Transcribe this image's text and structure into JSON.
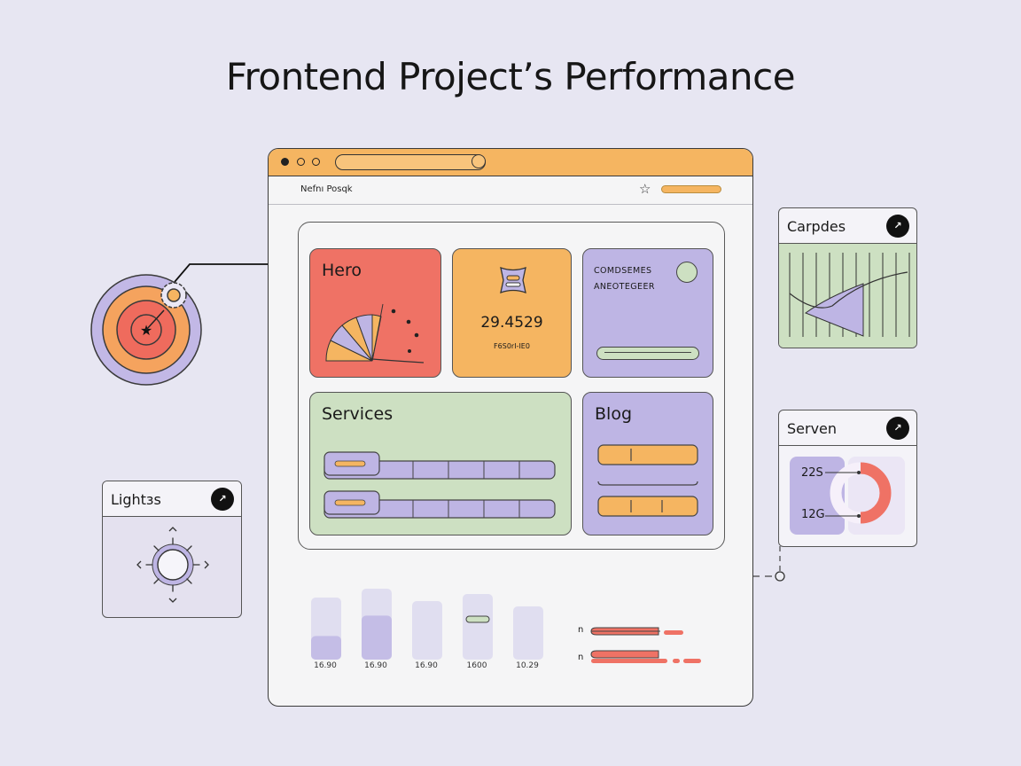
{
  "page": {
    "title": "Frontend Project’s Performance"
  },
  "colors": {
    "orange": "#f5b561",
    "coral": "#ef7265",
    "lavender": "#beb5e4",
    "green": "#cde0c2",
    "dark": "#161616"
  },
  "browser": {
    "nav_text": "Nefnı Posqk",
    "cards": {
      "hero": {
        "label": "Hero"
      },
      "metric": {
        "value": "29.4529",
        "caption": "F6S0rI-IE0"
      },
      "purple": {
        "line1": "COMDSEMES",
        "line2": "ANEOTEGEER"
      },
      "services": {
        "label": "Services"
      },
      "blog": {
        "label": "Blog"
      }
    },
    "bars": {
      "labels": [
        "16.90",
        "16.90",
        "16.90",
        "1600",
        "10.29"
      ],
      "fills": [
        0.38,
        0.62,
        0.0,
        0.5,
        0.0
      ]
    },
    "legend_prefix_1": "n",
    "legend_prefix_2": "n"
  },
  "panels": {
    "carpdes": {
      "title": "Carpdes",
      "button": "↗"
    },
    "serven": {
      "title": "Serven",
      "button": "↗",
      "value_top": "22S",
      "value_bottom": "12G"
    },
    "lights": {
      "title": "Lightɜs",
      "button": "↗"
    }
  }
}
